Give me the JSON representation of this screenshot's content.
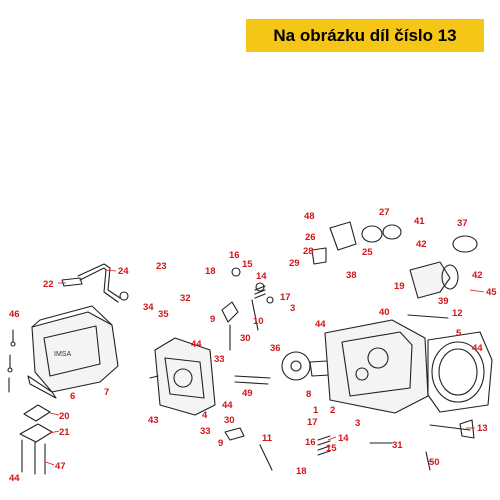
{
  "banner": {
    "text": "Na obrázku díl číslo 13",
    "bg_color": "#f5c518"
  },
  "label_color": "#d0161b",
  "parts": [
    {
      "id": "p1",
      "label": "1"
    },
    {
      "id": "p2",
      "label": "2"
    },
    {
      "id": "p3a",
      "label": "3"
    },
    {
      "id": "p3b",
      "label": "3"
    },
    {
      "id": "p4",
      "label": "4"
    },
    {
      "id": "p5",
      "label": "5"
    },
    {
      "id": "p6",
      "label": "6"
    },
    {
      "id": "p7",
      "label": "7"
    },
    {
      "id": "p8",
      "label": "8"
    },
    {
      "id": "p9a",
      "label": "9"
    },
    {
      "id": "p9b",
      "label": "9"
    },
    {
      "id": "p10",
      "label": "10"
    },
    {
      "id": "p11",
      "label": "11"
    },
    {
      "id": "p12",
      "label": "12"
    },
    {
      "id": "p13",
      "label": "13"
    },
    {
      "id": "p14a",
      "label": "14"
    },
    {
      "id": "p14b",
      "label": "14"
    },
    {
      "id": "p15a",
      "label": "15"
    },
    {
      "id": "p15b",
      "label": "15"
    },
    {
      "id": "p16a",
      "label": "16"
    },
    {
      "id": "p16b",
      "label": "16"
    },
    {
      "id": "p17a",
      "label": "17"
    },
    {
      "id": "p17b",
      "label": "17"
    },
    {
      "id": "p18a",
      "label": "18"
    },
    {
      "id": "p18b",
      "label": "18"
    },
    {
      "id": "p19",
      "label": "19"
    },
    {
      "id": "p20",
      "label": "20"
    },
    {
      "id": "p21",
      "label": "21"
    },
    {
      "id": "p22",
      "label": "22"
    },
    {
      "id": "p23",
      "label": "23"
    },
    {
      "id": "p24",
      "label": "24"
    },
    {
      "id": "p25",
      "label": "25"
    },
    {
      "id": "p26",
      "label": "26"
    },
    {
      "id": "p27",
      "label": "27"
    },
    {
      "id": "p28",
      "label": "28"
    },
    {
      "id": "p29",
      "label": "29"
    },
    {
      "id": "p30a",
      "label": "30"
    },
    {
      "id": "p30b",
      "label": "30"
    },
    {
      "id": "p31",
      "label": "31"
    },
    {
      "id": "p32",
      "label": "32"
    },
    {
      "id": "p33a",
      "label": "33"
    },
    {
      "id": "p33b",
      "label": "33"
    },
    {
      "id": "p34",
      "label": "34"
    },
    {
      "id": "p35",
      "label": "35"
    },
    {
      "id": "p36",
      "label": "36"
    },
    {
      "id": "p37",
      "label": "37"
    },
    {
      "id": "p38",
      "label": "38"
    },
    {
      "id": "p39",
      "label": "39"
    },
    {
      "id": "p40",
      "label": "40"
    },
    {
      "id": "p41",
      "label": "41"
    },
    {
      "id": "p42a",
      "label": "42"
    },
    {
      "id": "p42b",
      "label": "42"
    },
    {
      "id": "p43",
      "label": "43"
    },
    {
      "id": "p44a",
      "label": "44"
    },
    {
      "id": "p44b",
      "label": "44"
    },
    {
      "id": "p44c",
      "label": "44"
    },
    {
      "id": "p44d",
      "label": "44"
    },
    {
      "id": "p44e",
      "label": "44"
    },
    {
      "id": "p45",
      "label": "45"
    },
    {
      "id": "p46",
      "label": "46"
    },
    {
      "id": "p47",
      "label": "47"
    },
    {
      "id": "p48",
      "label": "48"
    },
    {
      "id": "p49",
      "label": "49"
    },
    {
      "id": "p50",
      "label": "50"
    }
  ]
}
